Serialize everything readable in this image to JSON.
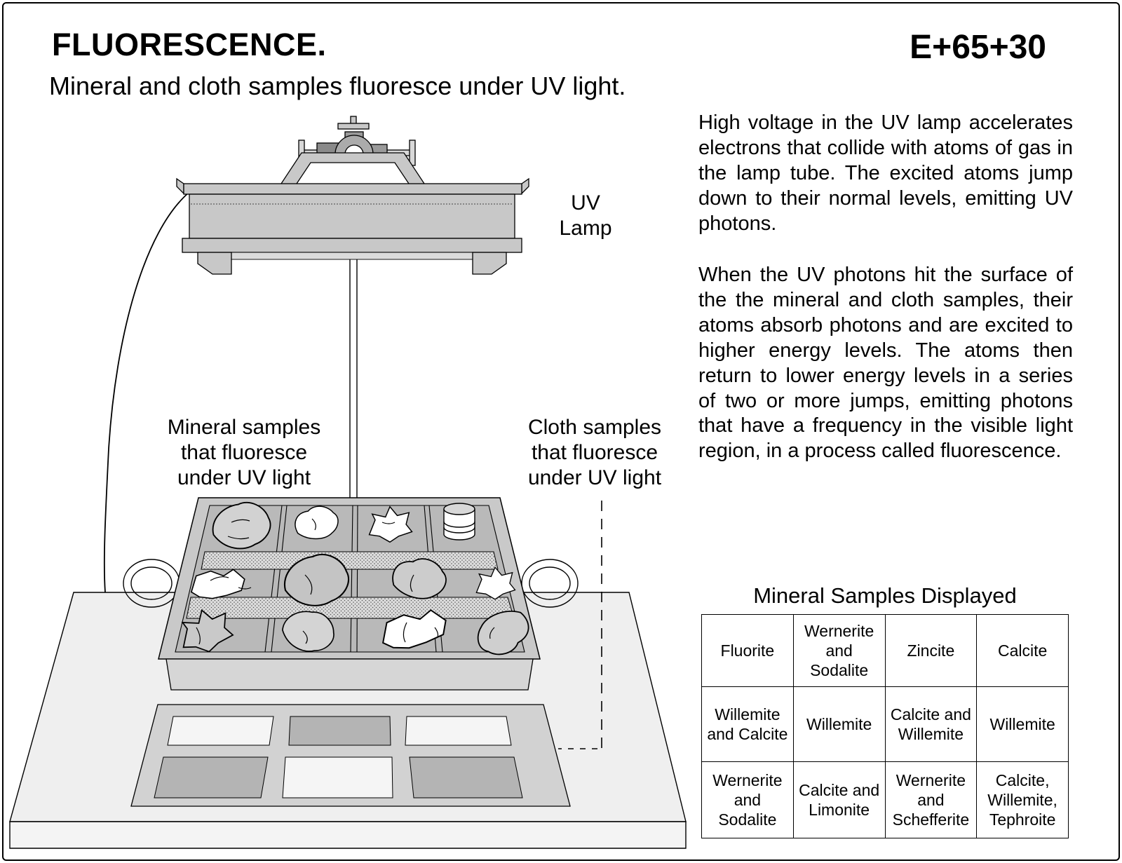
{
  "page": {
    "title": "FLUORESCENCE.",
    "code": "E+65+30",
    "subtitle": "Mineral and cloth samples fluoresce under UV light."
  },
  "diagram": {
    "labels": {
      "uv_lamp": "UV\nLamp",
      "mineral_samples": "Mineral samples\nthat fluoresce\nunder UV light",
      "cloth_samples": "Cloth samples\nthat fluoresce\nunder UV light"
    },
    "elements": [
      "uv-lamp",
      "lamp-stand-pole",
      "clamp",
      "power-cable",
      "mineral-tray",
      "rock-samples",
      "specimen-jar",
      "cloth-sample-panel",
      "table-base"
    ]
  },
  "right_column": {
    "paragraphs": [
      "High voltage in the UV lamp accelerates electrons that collide with atoms of gas in the lamp tube. The excited atoms jump down to their normal levels, emitting UV photons.",
      "When the UV photons hit the surface of the the mineral and cloth samples, their atoms absorb photons and are excited to higher energy levels. The atoms then return to lower energy levels in a series of two or more jumps, emitting photons that have a frequency in the visible light region, in a process called fluorescence."
    ]
  },
  "samples_table": {
    "heading": "Mineral Samples Displayed",
    "rows": [
      [
        "Fluorite",
        "Wernerite and Sodalite",
        "Zincite",
        "Calcite"
      ],
      [
        "Willemite and Calcite",
        "Willemite",
        "Calcite and Willemite",
        "Willemite"
      ],
      [
        "Wernerite and Sodalite",
        "Calcite and Limonite",
        "Wernerite and Schefferite",
        "Calcite, Willemite, Tephroite"
      ]
    ]
  },
  "colors": {
    "ink": "#000000",
    "lamp_gray": "#c8c8c8",
    "tray_gray": "#c9c9c9",
    "tray_interior": "#b9b9b9",
    "table_gray": "#efefef",
    "panel_gray": "#d2d2d2",
    "dark_swatch": "#b4b4b4",
    "light_swatch": "#f5f5f5"
  }
}
